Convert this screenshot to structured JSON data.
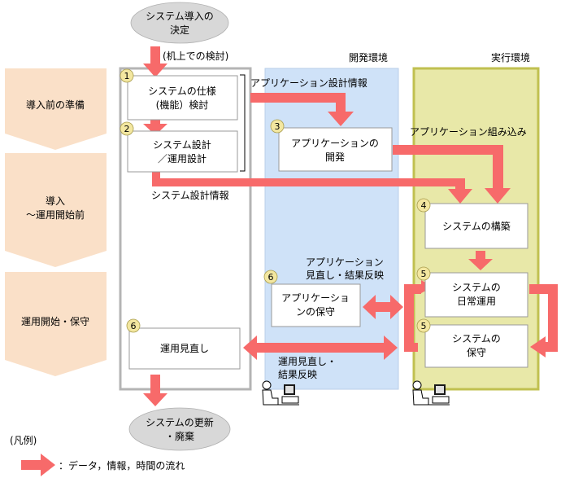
{
  "start_oval": [
    "システム導入の",
    "決定"
  ],
  "desk_label": "(机上での検討)",
  "env_dev": "開発環境",
  "env_run": "実行環境",
  "phases": [
    {
      "lines": [
        "導入前の準備"
      ]
    },
    {
      "lines": [
        "導入",
        "～運用開始前"
      ]
    },
    {
      "lines": [
        "運用開始・保守"
      ]
    }
  ],
  "nodes": {
    "spec": {
      "num": "1",
      "lines": [
        "システムの仕様",
        "(機能）検討"
      ]
    },
    "design": {
      "num": "2",
      "lines": [
        "システム設計",
        "／運用設計"
      ]
    },
    "appdev": {
      "num": "3",
      "lines": [
        "アプリケーションの",
        "開発"
      ]
    },
    "build": {
      "num": "4",
      "lines": [
        "システムの構築"
      ]
    },
    "daily": {
      "num": "5",
      "lines": [
        "システムの",
        "日常運用"
      ]
    },
    "maint": {
      "num": "5",
      "lines": [
        "システムの",
        "保守"
      ]
    },
    "appmaint": {
      "num": "6",
      "lines": [
        "アプリケーショ",
        "ンの保守"
      ]
    },
    "review": {
      "num": "6",
      "lines": [
        "運用見直し"
      ]
    }
  },
  "flow_labels": {
    "app_design_info": "アプリケーション設計情報",
    "app_embed": "アプリケーション組み込み",
    "system_design_info": "システム設計情報",
    "app_review": [
      "アプリケーション",
      "見直し・結果反映"
    ],
    "ops_review": [
      "運用見直し・",
      "結果反映"
    ]
  },
  "end_oval": [
    "システムの更新",
    "・廃棄"
  ],
  "legend": {
    "title": "(凡例)",
    "text": "：データ，情報，時間の流れ"
  },
  "colors": {
    "arrow": "#f76a6a",
    "phase_fill": "#fae0c8",
    "dev_env_fill": "#cfe2f8",
    "run_env_fill": "#e8e8a8",
    "run_env_border": "#c0c050",
    "desk_border": "#b4b4b4",
    "oval_fill": "#d8d8d8",
    "node_border": "#9a9a9a"
  },
  "icons": [
    "operator-at-computer-icon",
    "operator-at-computer-icon"
  ]
}
